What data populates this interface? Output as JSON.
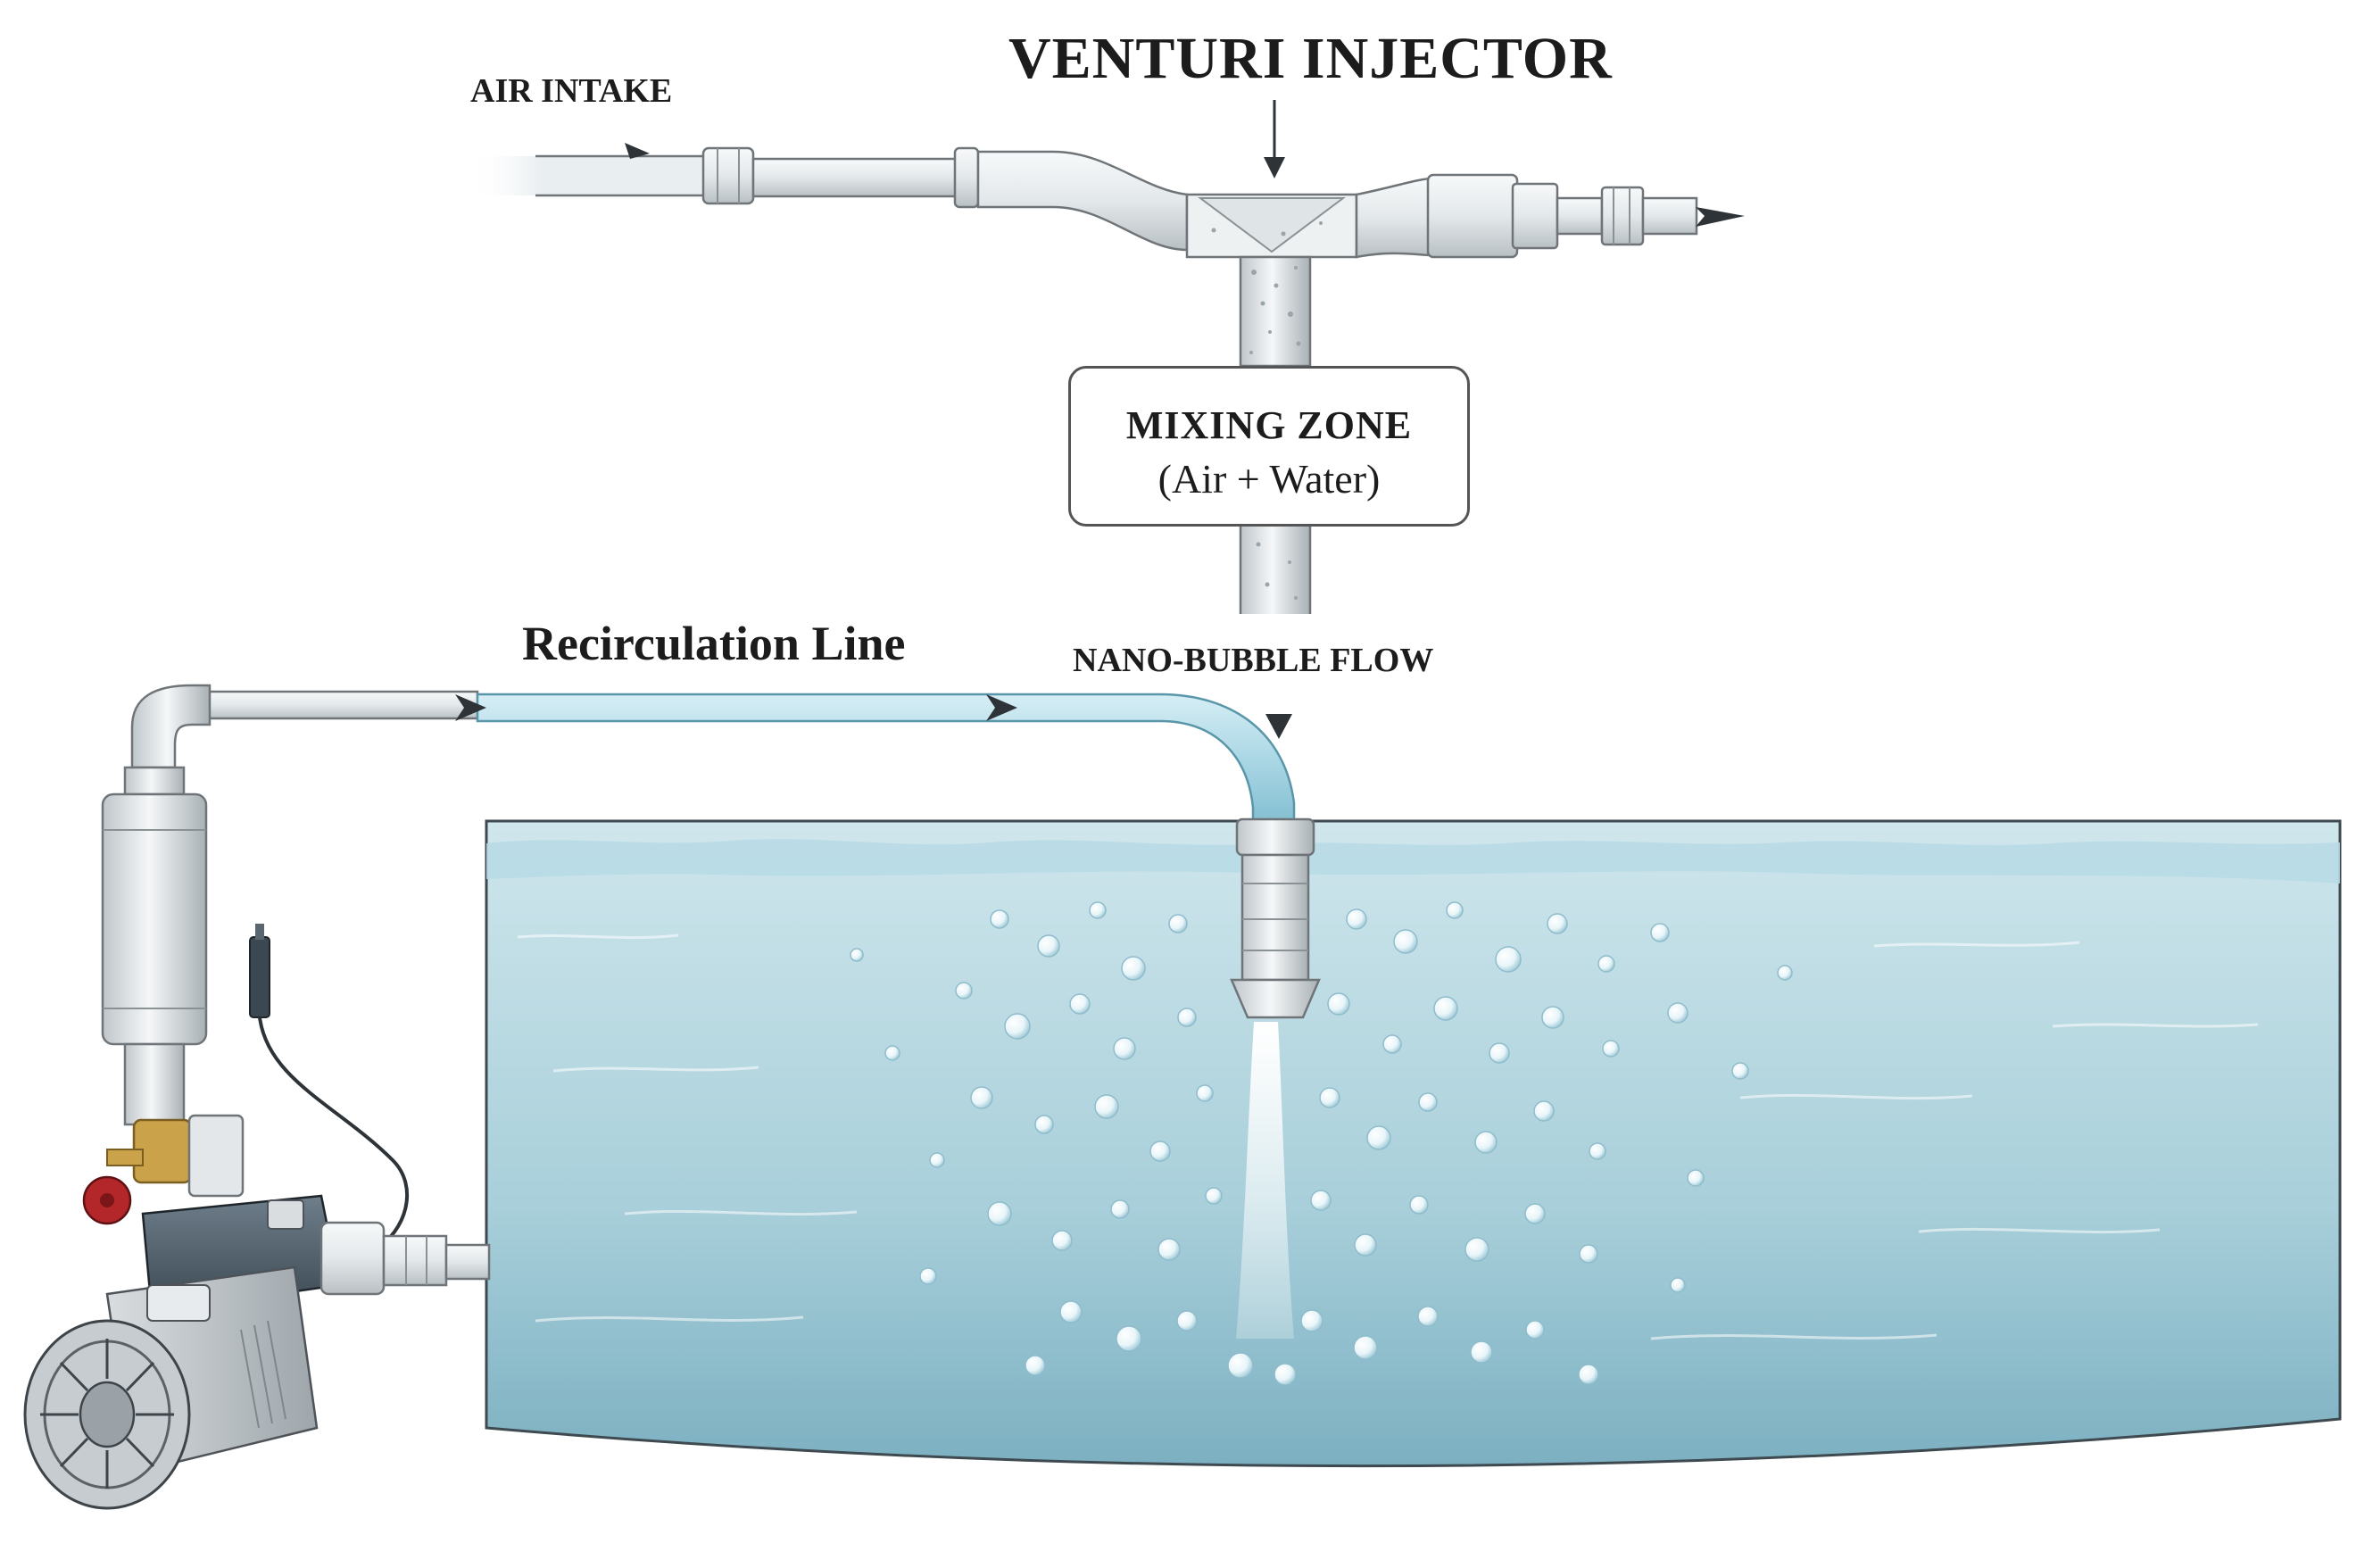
{
  "labels": {
    "title": "VENTURI INJECTOR",
    "air_intake": "AIR INTAKE",
    "mixing_zone": "MIXING ZONE",
    "mixing_sub": "(Air + Water)",
    "recirculation": "Recirculation Line",
    "nano_flow": "NANO-BUBBLE FLOW"
  },
  "colors": {
    "pipe": "#e6eaec",
    "pipe_stroke": "#6e7478",
    "water_top": "#c9e3ea",
    "water_bottom": "#7fb6c6",
    "water_line": "#9fd0e0",
    "pump_body": "#4d5d6a",
    "valve_handle": "#b3262a",
    "brass": "#c9a24a",
    "arrow": "#2e3338"
  }
}
